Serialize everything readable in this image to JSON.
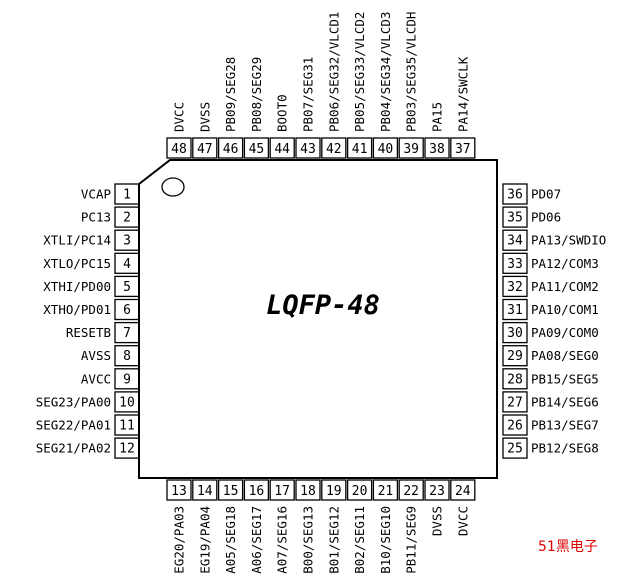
{
  "package_name": "LQFP-48",
  "watermark": "51黑电子",
  "colors": {
    "ink": "#000000",
    "watermark": "#e00000",
    "background": "#ffffff"
  },
  "left_pins": [
    {
      "num": "1",
      "label": "VCAP"
    },
    {
      "num": "2",
      "label": "PC13"
    },
    {
      "num": "3",
      "label": "XTLI/PC14"
    },
    {
      "num": "4",
      "label": "XTLO/PC15"
    },
    {
      "num": "5",
      "label": "XTHI/PD00"
    },
    {
      "num": "6",
      "label": "XTHO/PD01"
    },
    {
      "num": "7",
      "label": "RESETB"
    },
    {
      "num": "8",
      "label": "AVSS"
    },
    {
      "num": "9",
      "label": "AVCC"
    },
    {
      "num": "10",
      "label": "SEG23/PA00"
    },
    {
      "num": "11",
      "label": "SEG22/PA01"
    },
    {
      "num": "12",
      "label": "SEG21/PA02"
    }
  ],
  "bottom_pins": [
    {
      "num": "13",
      "label": "EG20/PA03"
    },
    {
      "num": "14",
      "label": "EG19/PA04"
    },
    {
      "num": "15",
      "label": "A05/SEG18"
    },
    {
      "num": "16",
      "label": "A06/SEG17"
    },
    {
      "num": "17",
      "label": "A07/SEG16"
    },
    {
      "num": "18",
      "label": "B00/SEG13"
    },
    {
      "num": "19",
      "label": "B01/SEG12"
    },
    {
      "num": "20",
      "label": "B02/SEG11"
    },
    {
      "num": "21",
      "label": "B10/SEG10"
    },
    {
      "num": "22",
      "label": "PB11/SEG9"
    },
    {
      "num": "23",
      "label": "DVSS"
    },
    {
      "num": "24",
      "label": "DVCC"
    }
  ],
  "right_pins": [
    {
      "num": "36",
      "label": "PD07"
    },
    {
      "num": "35",
      "label": "PD06"
    },
    {
      "num": "34",
      "label": "PA13/SWDIO"
    },
    {
      "num": "33",
      "label": "PA12/COM3"
    },
    {
      "num": "32",
      "label": "PA11/COM2"
    },
    {
      "num": "31",
      "label": "PA10/COM1"
    },
    {
      "num": "30",
      "label": "PA09/COM0"
    },
    {
      "num": "29",
      "label": "PA08/SEG0"
    },
    {
      "num": "28",
      "label": "PB15/SEG5"
    },
    {
      "num": "27",
      "label": "PB14/SEG6"
    },
    {
      "num": "26",
      "label": "PB13/SEG7"
    },
    {
      "num": "25",
      "label": "PB12/SEG8"
    }
  ],
  "top_pins": [
    {
      "num": "48",
      "label": "DVCC"
    },
    {
      "num": "47",
      "label": "DVSS"
    },
    {
      "num": "46",
      "label": "PB09/SEG28"
    },
    {
      "num": "45",
      "label": "PB08/SEG29"
    },
    {
      "num": "44",
      "label": "BOOT0"
    },
    {
      "num": "43",
      "label": "PB07/SEG31"
    },
    {
      "num": "42",
      "label": "PB06/SEG32/VLCD1"
    },
    {
      "num": "41",
      "label": "PB05/SEG33/VLCD2"
    },
    {
      "num": "40",
      "label": "PB04/SEG34/VLCD3"
    },
    {
      "num": "39",
      "label": "PB03/SEG35/VLCDH"
    },
    {
      "num": "38",
      "label": "PA15"
    },
    {
      "num": "37",
      "label": "PA14/SWCLK"
    }
  ]
}
